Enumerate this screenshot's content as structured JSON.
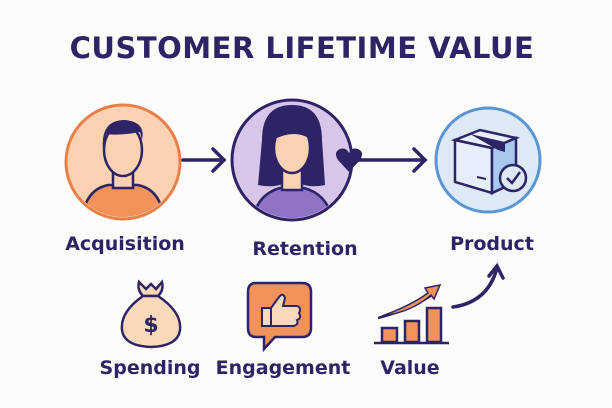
{
  "title": "CUSTOMER LIFETIME VALUE",
  "stages": [
    {
      "label": "Acquisition",
      "icon": "man-avatar-icon"
    },
    {
      "label": "Retention",
      "icon": "woman-avatar-icon"
    },
    {
      "label": "Product",
      "icon": "package-check-icon"
    }
  ],
  "metrics": [
    {
      "label": "Spending",
      "icon": "money-bag-icon"
    },
    {
      "label": "Engagement",
      "icon": "thumbs-up-bubble-icon"
    },
    {
      "label": "Value",
      "icon": "growth-chart-icon"
    }
  ],
  "colors": {
    "ink": "#2d2466",
    "orange": "#f0925a",
    "peach": "#fcd2b2",
    "lavender": "#d8c6ea",
    "purple": "#8e72c4",
    "lightblue": "#dde9f5",
    "blue": "#5b95d6"
  }
}
